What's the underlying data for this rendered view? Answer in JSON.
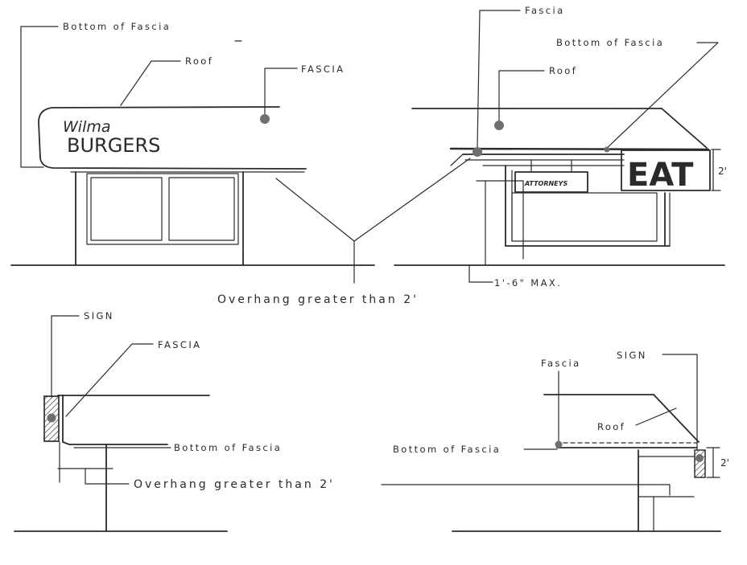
{
  "panels": {
    "top_left": {
      "bottom_of_fascia": "Bottom of Fascia",
      "roof": "Roof",
      "fascia": "FASCIA",
      "sign_script": "Wilma",
      "sign_main": "BURGERS"
    },
    "top_right": {
      "fascia": "Fascia",
      "bottom_of_fascia": "Bottom of Fascia",
      "roof": "Roof",
      "hanging_sign": "ATTORNEYS",
      "eat_sign": "EAT",
      "dim_2ft": "2'",
      "max_clearance": "1'-6\" MAX."
    },
    "overhang_top": "Overhang greater than 2'",
    "bottom_left": {
      "sign": "SIGN",
      "fascia": "FASCIA",
      "bottom_of_fascia": "Bottom of Fascia",
      "overhang": "Overhang greater than 2'"
    },
    "bottom_right": {
      "fascia": "Fascia",
      "sign": "SIGN",
      "roof": "Roof",
      "bottom_of_fascia": "Bottom of Fascia",
      "dim_2ft": "2'"
    }
  },
  "colors": {
    "ink": "#2b2b2b",
    "marker": "#6f6f6f",
    "paper": "#ffffff"
  }
}
